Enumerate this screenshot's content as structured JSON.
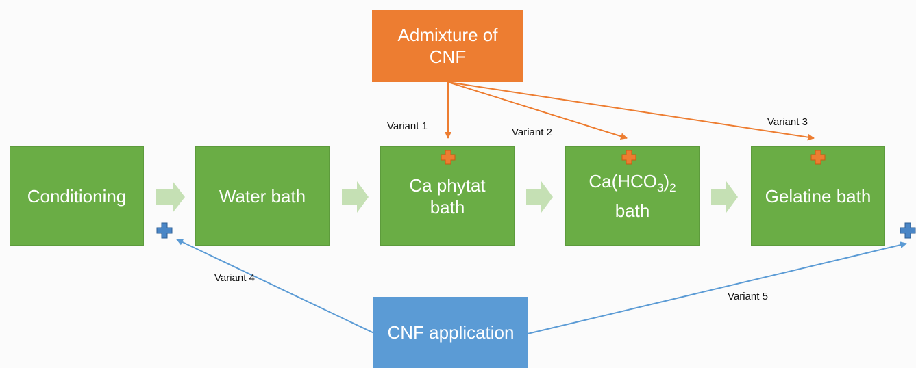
{
  "top_box": {
    "line1": "Admixture of",
    "line2": "CNF"
  },
  "bottom_box": {
    "label": "CNF application"
  },
  "process_steps": [
    {
      "line1": "Conditioning",
      "line2": ""
    },
    {
      "line1": "Water bath",
      "line2": ""
    },
    {
      "line1": "Ca phytat",
      "line2": "bath"
    },
    {
      "line1_pre": "Ca(HCO",
      "line1_sub": "3",
      "line1_post": ")",
      "line1_sub2": "2",
      "line2": "bath"
    },
    {
      "line1": "Gelatine bath",
      "line2": ""
    }
  ],
  "variants": [
    "Variant 1",
    "Variant 2",
    "Variant 3",
    "Variant 4",
    "Variant 5"
  ],
  "colors": {
    "process_green": "#6aad45",
    "flow_arrow": "#c5e0b4",
    "admixture_orange": "#ed7d31",
    "application_blue": "#5b9bd5",
    "admixture_marker": "#ed7d31",
    "application_marker": "#4a86c6"
  },
  "icons": {
    "admixture_marker": "plus-cross-icon",
    "application_marker": "plus-cross-icon",
    "flow": "chevron-arrow-icon"
  }
}
